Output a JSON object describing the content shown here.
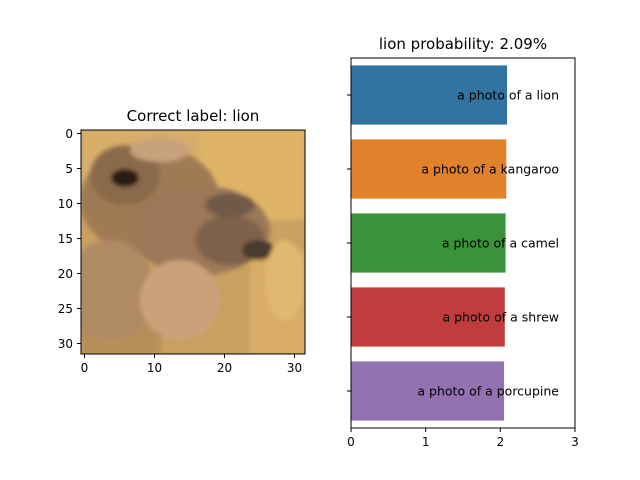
{
  "chart_data": [
    {
      "type": "heatmap",
      "title": "Correct label: lion",
      "xlabel": "",
      "ylabel": "",
      "grid": false,
      "xlim": [
        -0.5,
        31.5
      ],
      "ylim": [
        31.5,
        -0.5
      ],
      "xticks": [
        0,
        10,
        20,
        30
      ],
      "yticks": [
        0,
        5,
        10,
        15,
        20,
        25,
        30
      ],
      "image_size": [
        32,
        32
      ]
    },
    {
      "type": "bar",
      "orientation": "horizontal",
      "title": "lion probability: 2.09%",
      "xlabel": "",
      "ylabel": "",
      "xlim": [
        0,
        3
      ],
      "xticks": [
        0,
        1,
        2,
        3
      ],
      "grid": false,
      "categories": [
        "a photo of a lion",
        "a photo of a kangaroo",
        "a photo of a camel",
        "a photo of a shrew",
        "a photo of a porcupine"
      ],
      "values": [
        2.09,
        2.08,
        2.07,
        2.06,
        2.05
      ],
      "colors": [
        "#3274a1",
        "#e1812c",
        "#3a923a",
        "#c03d3e",
        "#9372b2"
      ]
    }
  ]
}
